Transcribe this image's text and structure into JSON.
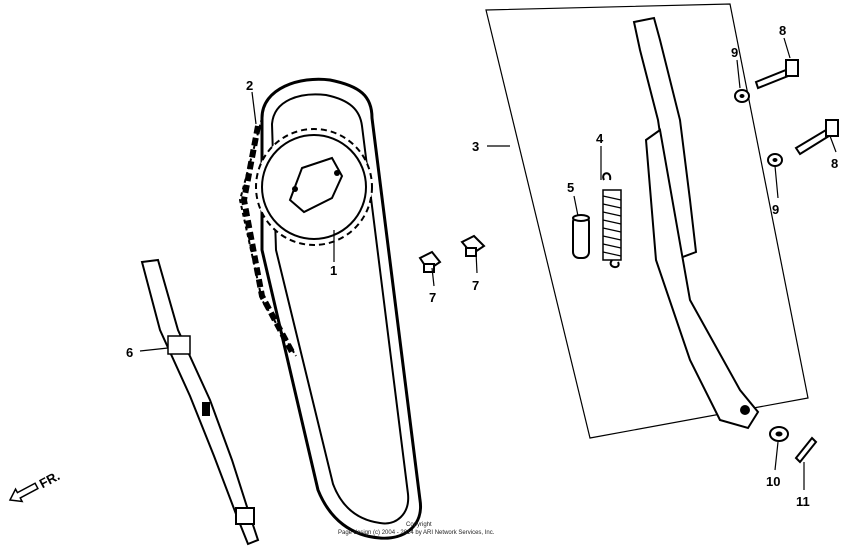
{
  "callouts": {
    "p1": "1",
    "p2": "2",
    "p3": "3",
    "p4": "4",
    "p5": "5",
    "p6": "6",
    "p7a": "7",
    "p7b": "7",
    "p8a": "8",
    "p8b": "8",
    "p9a": "9",
    "p9b": "9",
    "p10": "10",
    "p11": "11"
  },
  "direction_label": "FR.",
  "copyright": {
    "line1": "Copyright",
    "line2": "Page design (c) 2004 - 2014 by ARI Network Services, Inc."
  }
}
